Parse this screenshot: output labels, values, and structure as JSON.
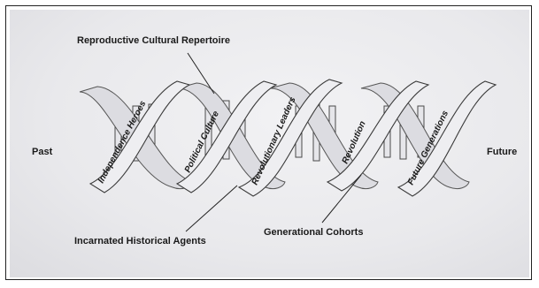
{
  "labels": {
    "top": "Reproductive Cultural Repertoire",
    "past": "Past",
    "future": "Future",
    "bottom_left": "Incarnated Historical Agents",
    "bottom_center": "Generational Cohorts"
  },
  "strand_labels": [
    "Independence Heroes",
    "Political Culture",
    "Revolutionary Leaders",
    "Revolution",
    "Future Generations"
  ],
  "colors": {
    "ink": "#1a1a1a",
    "paper": "#ececef",
    "ribbon_shadow": "#cfcfd4"
  }
}
